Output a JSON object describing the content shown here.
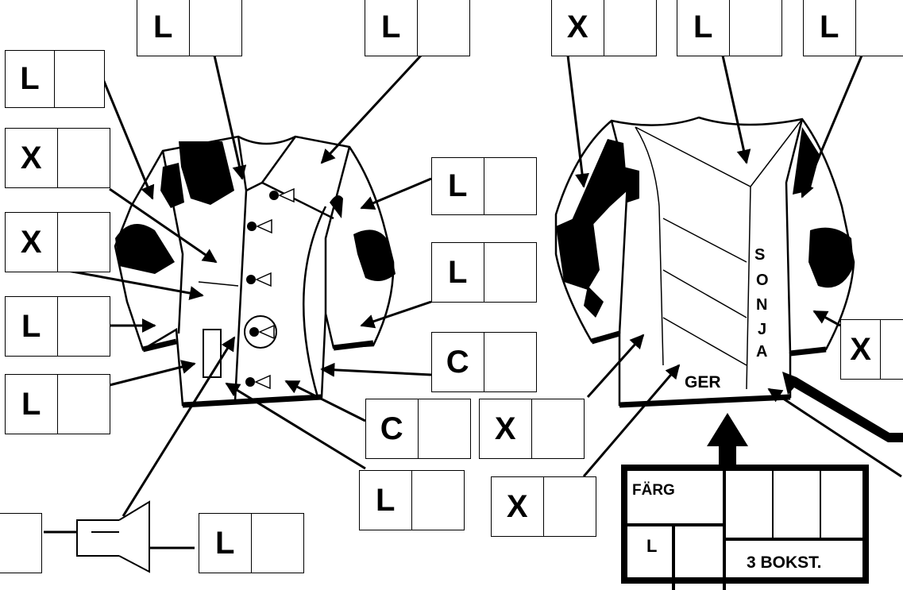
{
  "codes": {
    "tl1": "L",
    "tl2": "L",
    "tl3": "X",
    "tl4": "L",
    "tl5": "L",
    "lf1": "L",
    "lf2": "X",
    "lf3": "X",
    "lf4": "L",
    "lf5": "L",
    "mid1": "L",
    "mid2": "L",
    "mid3": "C",
    "mid4": "C",
    "mid5": "L",
    "bot1": "L",
    "back1": "X",
    "back2": "X",
    "back3": "X"
  },
  "back_text": {
    "name_letters": [
      "S",
      "O",
      "N",
      "J",
      "A"
    ],
    "country": "GER"
  },
  "color_panel": {
    "color_label": "FÄRG",
    "code": "L",
    "letters_label": "3 BOKST."
  }
}
